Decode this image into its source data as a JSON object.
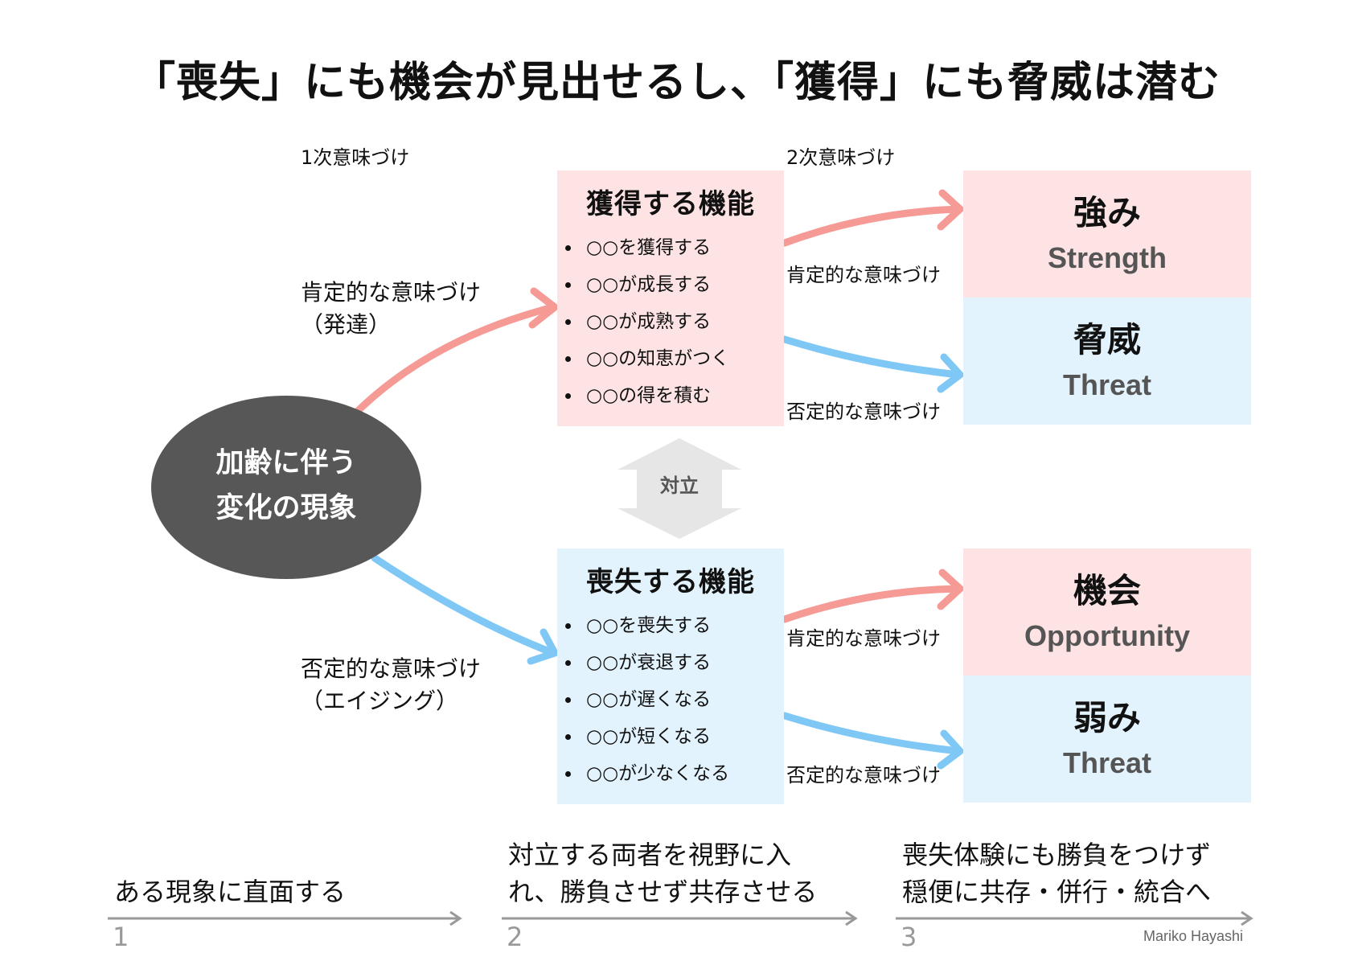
{
  "title": "「喪失」にも機会が見出せるし、「獲得」にも脅威は潜む",
  "primary_label": "1次意味づけ",
  "secondary_label": "2次意味づけ",
  "center": {
    "line1": "加齢に伴う",
    "line2": "変化の現象"
  },
  "left_labels": {
    "positive": {
      "line1": "肯定的な意味づけ",
      "line2": "（発達）"
    },
    "negative": {
      "line1": "否定的な意味づけ",
      "line2": "（エイジング）"
    }
  },
  "gain_box": {
    "heading": "獲得する機能",
    "items": [
      "○○を獲得する",
      "○○が成長する",
      "○○が成熟する",
      "○○の知恵がつく",
      "○○の得を積む"
    ]
  },
  "loss_box": {
    "heading": "喪失する機能",
    "items": [
      "○○を喪失する",
      "○○が衰退する",
      "○○が遅くなる",
      "○○が短くなる",
      "○○が少なくなる"
    ]
  },
  "conflict_label": "対立",
  "right_labels": {
    "gain_positive": "肯定的な意味づけ",
    "gain_negative": "否定的な意味づけ",
    "loss_positive": "肯定的な意味づけ",
    "loss_negative": "否定的な意味づけ"
  },
  "outcomes": {
    "strength": {
      "jp": "強み",
      "en": "Strength"
    },
    "threat1": {
      "jp": "脅威",
      "en": "Threat"
    },
    "opportunity": {
      "jp": "機会",
      "en": "Opportunity"
    },
    "weakness": {
      "jp": "弱み",
      "en": "Threat"
    }
  },
  "steps": [
    {
      "number": "1",
      "line1": "ある現象に直面する",
      "line2": ""
    },
    {
      "number": "2",
      "line1": "対立する両者を視野に入",
      "line2": "れ、勝負させず共存させる"
    },
    {
      "number": "3",
      "line1": "喪失体験にも勝負をつけず",
      "line2": "穏便に共存・併行・統合へ"
    }
  ],
  "credit": "Mariko Hayashi",
  "colors": {
    "positive_arrow": "#f59a94",
    "negative_arrow": "#7fc8f5",
    "pink_fill": "#fde3e3",
    "blue_fill": "#e3f3fd",
    "ellipse_fill": "#575757",
    "conflict_arrow": "#e6e6e6",
    "step_line": "#999999"
  }
}
